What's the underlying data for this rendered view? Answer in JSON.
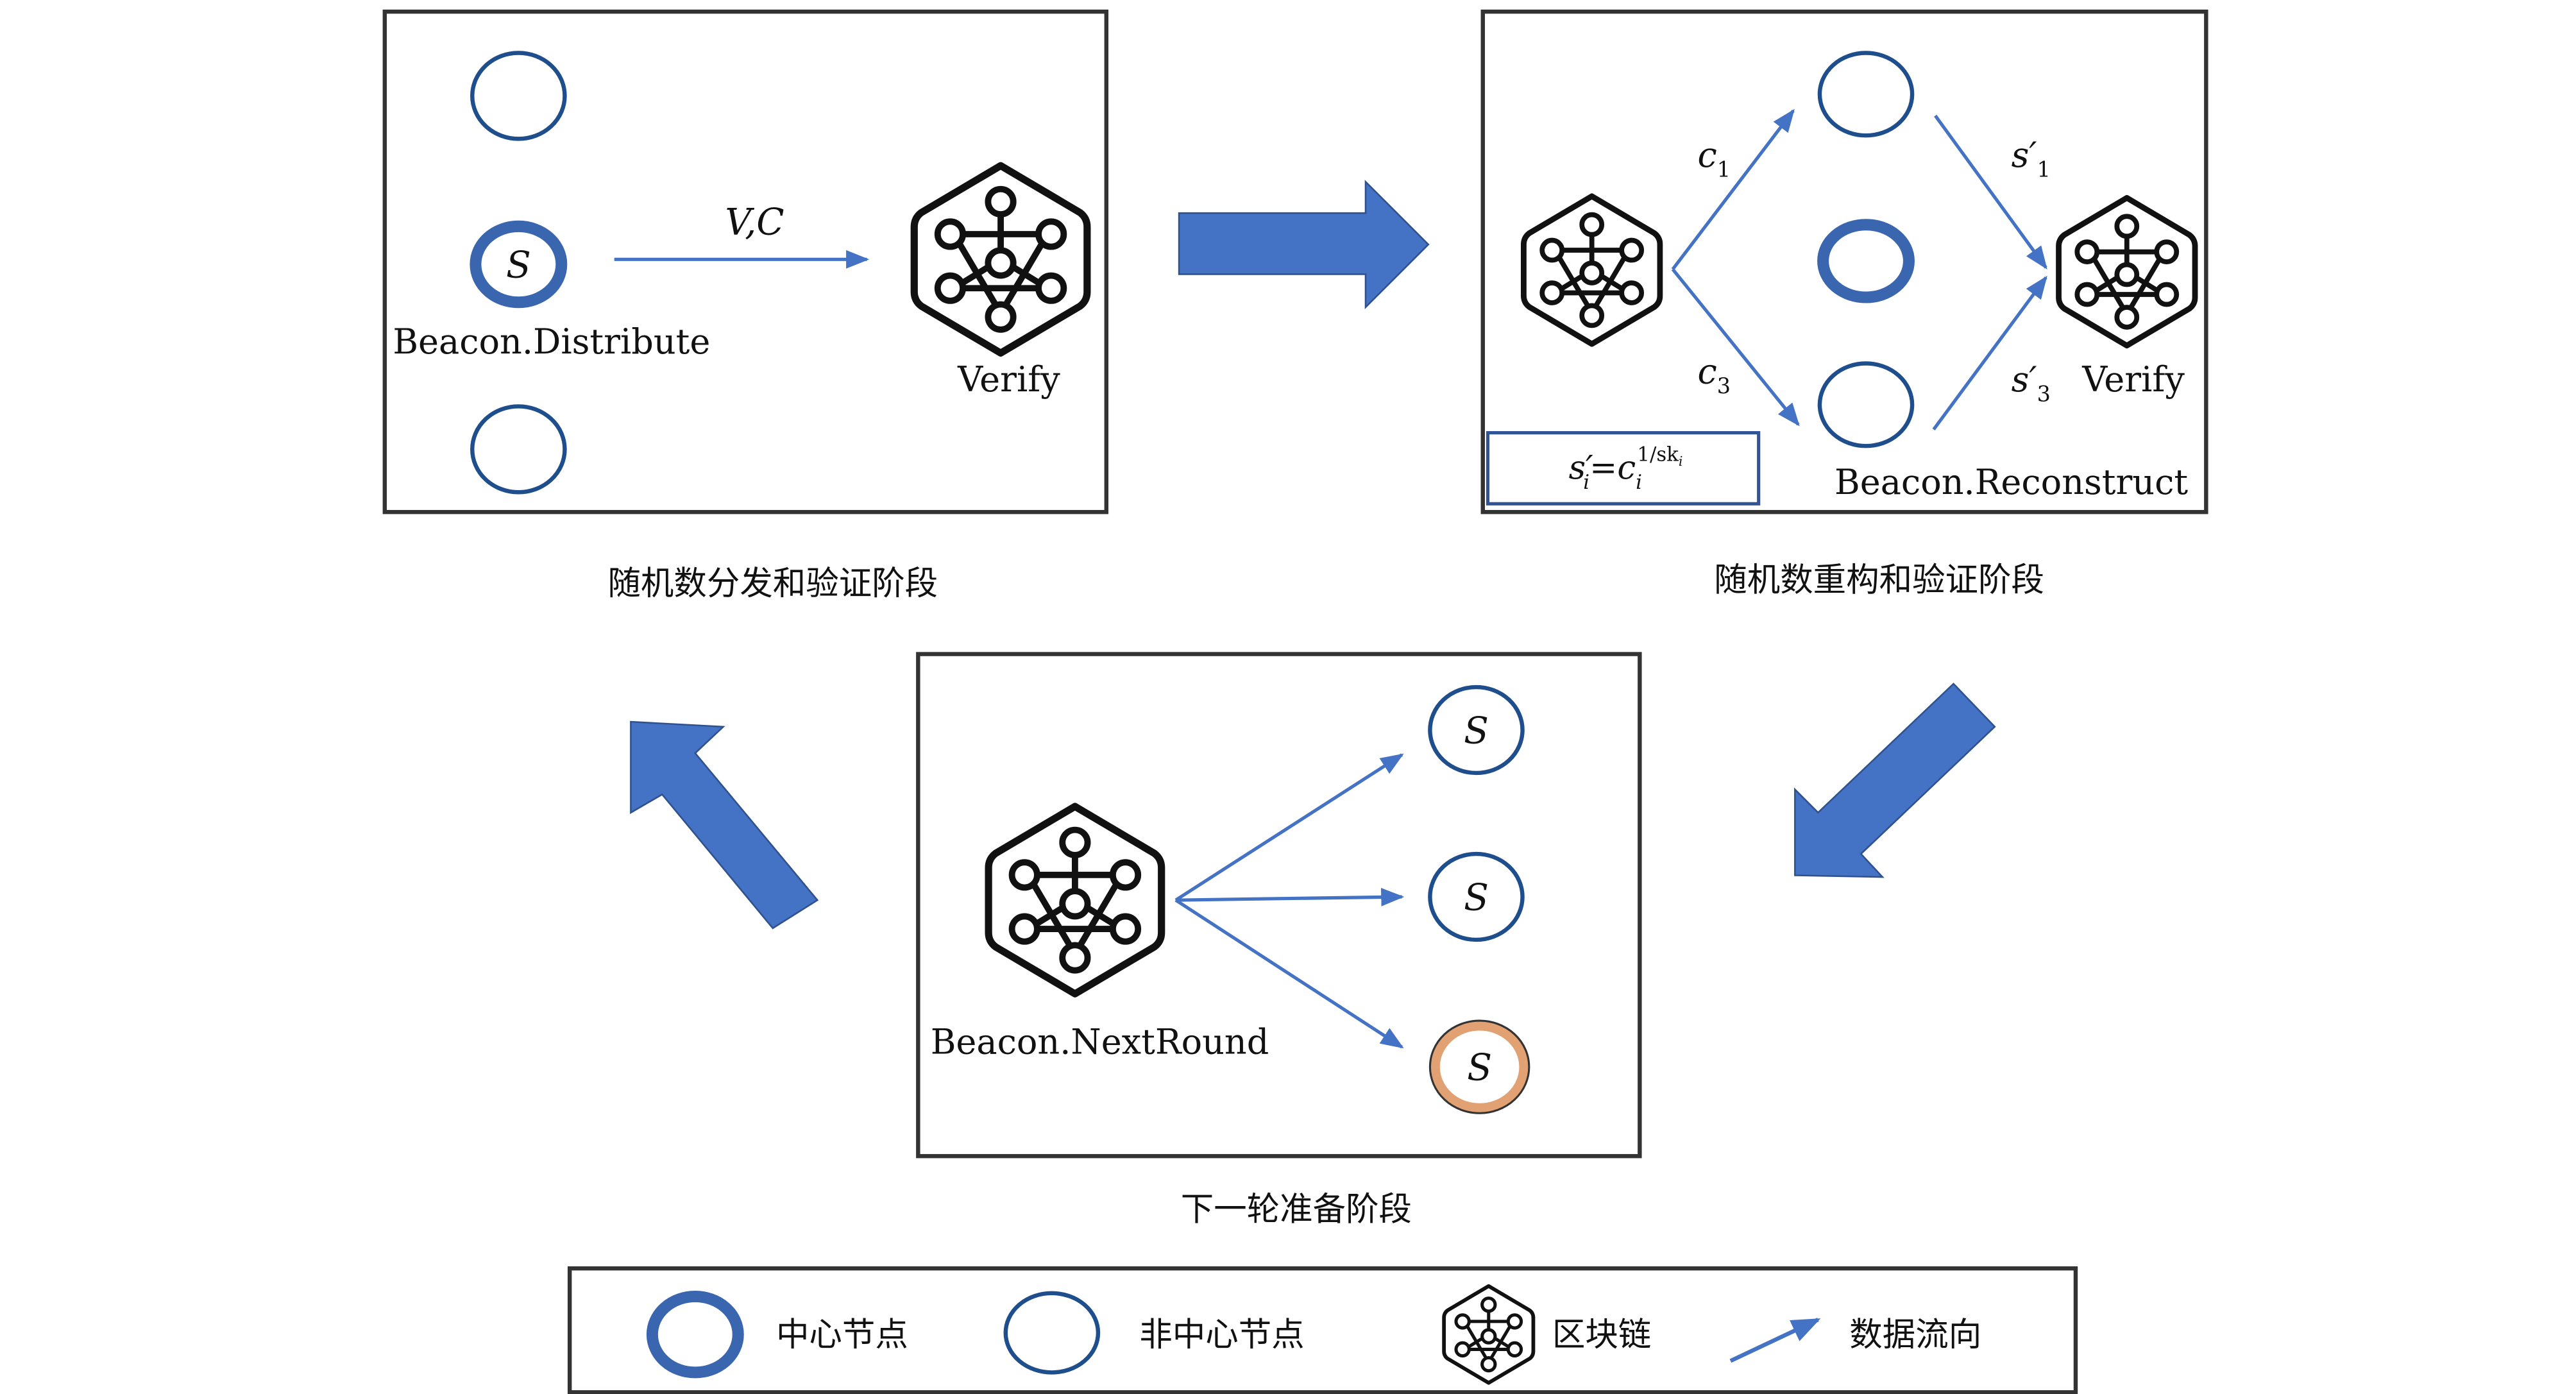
{
  "colors": {
    "arrow": "#4472c4",
    "central_node": "#3a66b0",
    "node": "#1f4e8c",
    "highlight_node": "#e2a173",
    "frame": "#333333"
  },
  "icons": {
    "blockchain": "blockchain-hexagon-icon",
    "flow": "arrow-icon"
  },
  "panel_distribute": {
    "edge_label": "V,C",
    "node_label": "S",
    "action": "Beacon.Distribute",
    "verify": "Verify",
    "caption": "随机数分发和验证阶段"
  },
  "panel_reconstruct": {
    "c1": "c",
    "c1_sub": "1",
    "c3": "c",
    "c3_sub": "3",
    "s1": "s′",
    "s1_sub": "1",
    "s3": "s′",
    "s3_sub": "3",
    "verify": "Verify",
    "formula": {
      "lhs": "s′",
      "lhs_sub": "i",
      "eq": "=",
      "rhs": "c",
      "rhs_sub": "i",
      "rhs_sup": "1/sk",
      "rhs_sup_sub": "i"
    },
    "action": "Beacon.Reconstruct",
    "caption": "随机数重构和验证阶段"
  },
  "panel_nextround": {
    "nodes": [
      "S",
      "S",
      "S"
    ],
    "action": "Beacon.NextRound",
    "caption": "下一轮准备阶段"
  },
  "legend": {
    "central_node": "中心节点",
    "non_central_node": "非中心节点",
    "blockchain": "区块链",
    "data_flow": "数据流向"
  }
}
